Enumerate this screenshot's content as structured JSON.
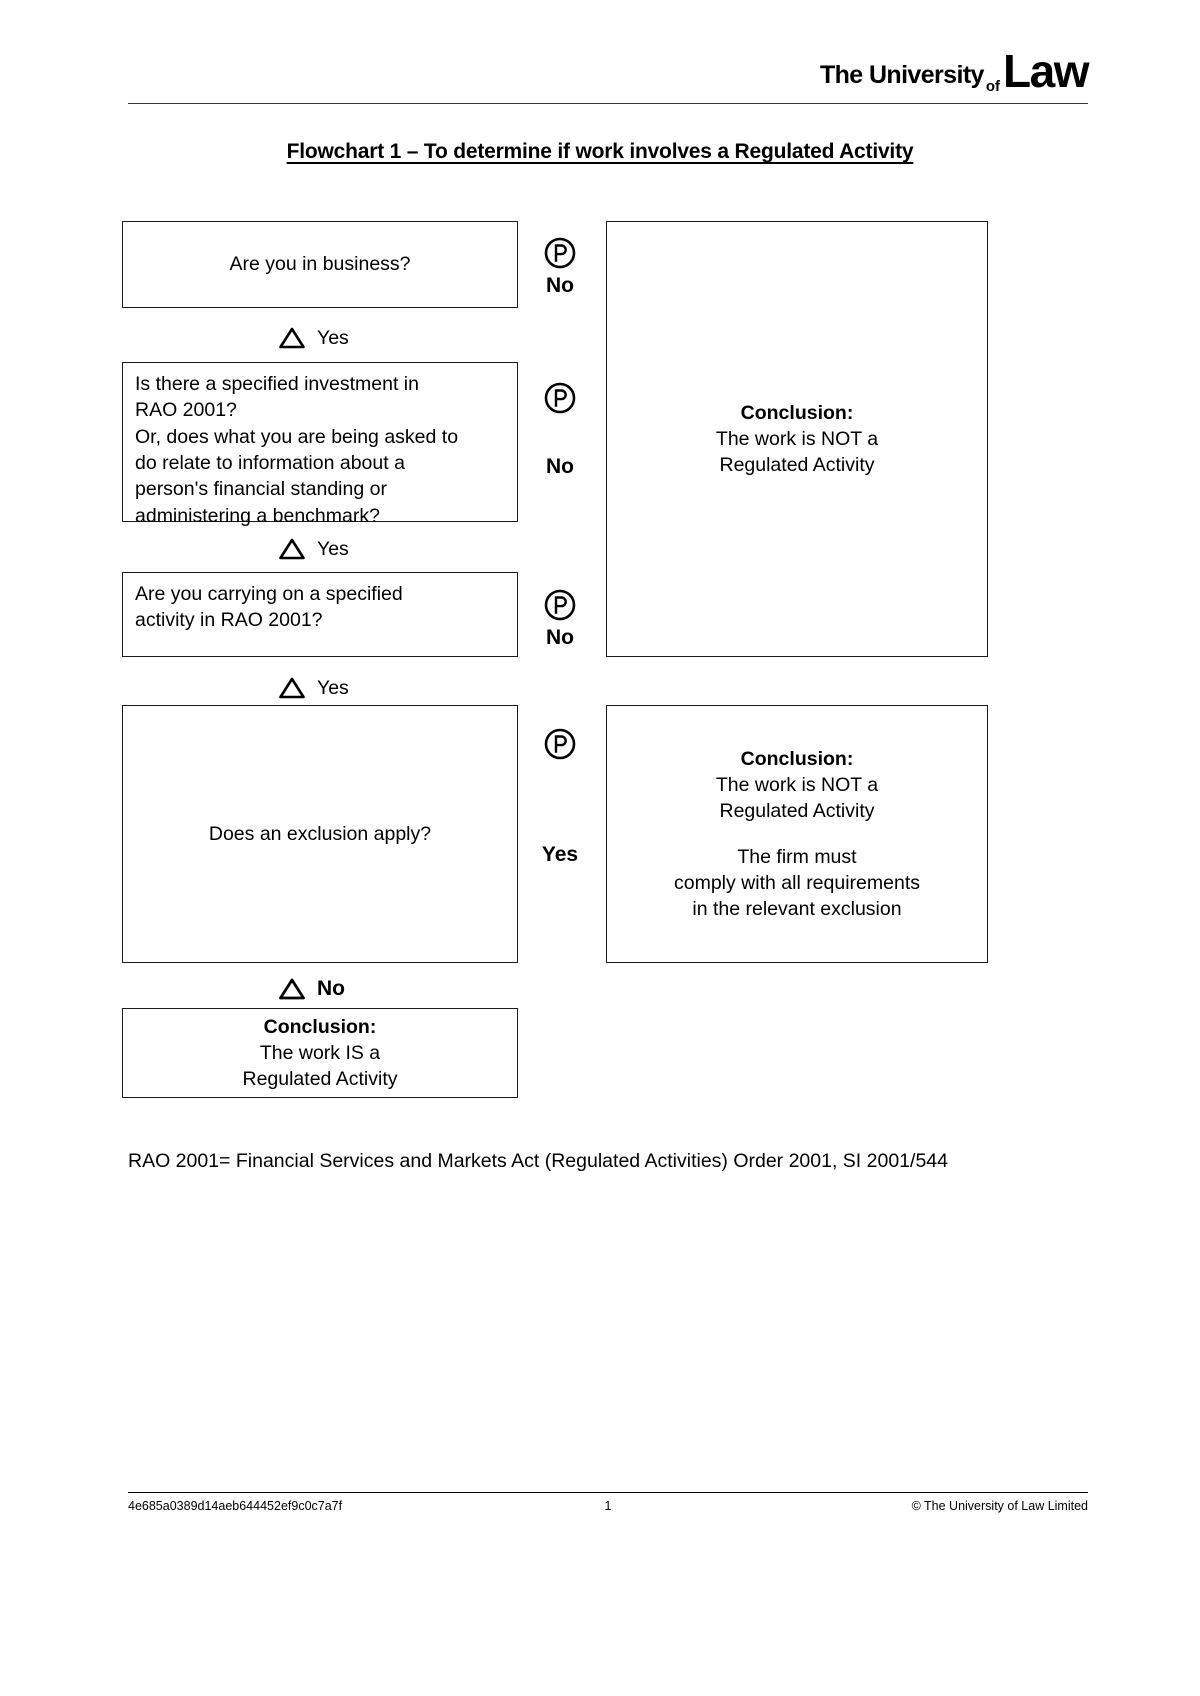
{
  "header": {
    "logo": {
      "line1": "The University",
      "line2": "of",
      "line3": "Law"
    }
  },
  "title": "Flowchart 1 – To determine if work involves a Regulated Activity",
  "flowchart": {
    "boxes": [
      {
        "id": "q1",
        "text": "Are you in business?"
      },
      {
        "id": "q2",
        "line1": "Is there a specified investment in",
        "line2": "RAO 2001?",
        "line3": "Or, does what you are being asked to",
        "line4": "do relate to information about a",
        "line5": "person's financial standing or",
        "line6": "administering a benchmark?"
      },
      {
        "id": "q3",
        "line1": "Are you carrying on a specified",
        "line2": "activity in RAO 2001?"
      },
      {
        "id": "q4",
        "text": "Does an exclusion apply?"
      },
      {
        "id": "concl-not-regulated-1",
        "title": "Conclusion:",
        "line1": "The work is NOT a",
        "line2": "Regulated Activity"
      },
      {
        "id": "concl-not-regulated-2",
        "title": "Conclusion:",
        "line1": "The work is NOT a",
        "line2": "Regulated Activity",
        "line3": "The firm must",
        "line4": "comply with all requirements",
        "line5": "in the relevant exclusion"
      },
      {
        "id": "concl-is-regulated",
        "title": "Conclusion:",
        "line1": "The work IS a",
        "line2": "Regulated Activity"
      }
    ],
    "branches": {
      "yes1": "Yes",
      "yes2": "Yes",
      "yes3": "Yes",
      "no_final": "No"
    },
    "pmarkers": {
      "no1": "No",
      "no2": "No",
      "no3": "No",
      "yes4": "Yes"
    },
    "icons": {
      "triangle": "triangle-up-icon",
      "circled_p": "circled-p-icon"
    }
  },
  "footnote": {
    "line1": "RAO 2001= Financial Services and Markets Act (Regulated Activities) Order 2001, SI",
    "line2": "2001/544"
  },
  "footer": {
    "doc_id": "4e685a0389d14aeb644452ef9c0c7a7f",
    "page_number": "1",
    "copyright": "© The University of Law Limited"
  },
  "colors": {
    "text": "#000000",
    "border": "#1a1a1a",
    "rule": "#3a3a3a"
  }
}
